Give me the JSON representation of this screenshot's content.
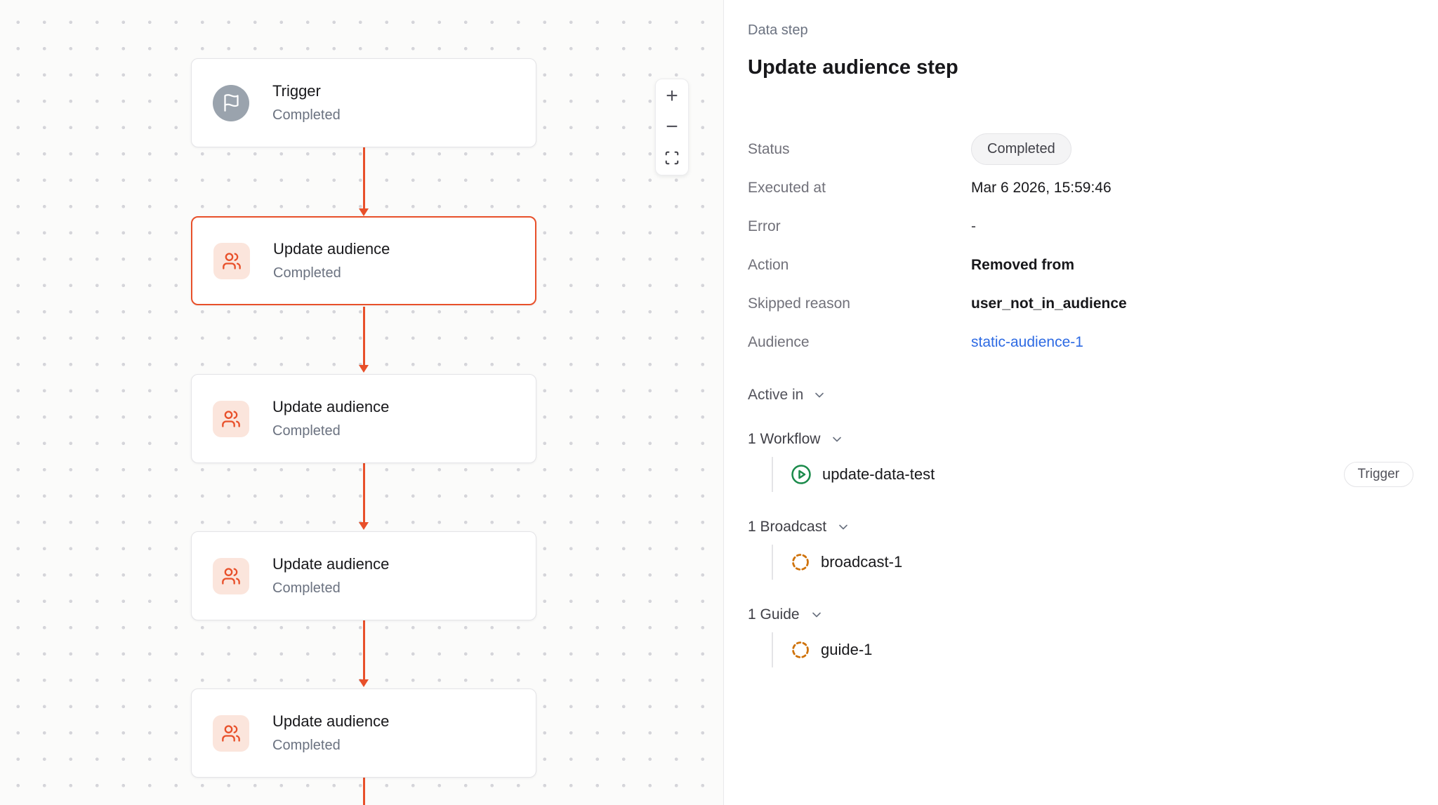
{
  "colors": {
    "accent_orange": "#e8502a",
    "node_icon_bg": "#fbe5dc",
    "trigger_icon_bg": "#9aa3ad",
    "link_blue": "#2d6ae3",
    "workflow_green": "#1a8a4a",
    "dashed_amber": "#cf7209",
    "canvas_bg": "#fbfbfa",
    "badge_bg": "#f4f4f5"
  },
  "canvas": {
    "nodes": [
      {
        "title": "Trigger",
        "subtitle": "Completed",
        "icon": "flag",
        "selected": false
      },
      {
        "title": "Update audience",
        "subtitle": "Completed",
        "icon": "users",
        "selected": true
      },
      {
        "title": "Update audience",
        "subtitle": "Completed",
        "icon": "users",
        "selected": false
      },
      {
        "title": "Update audience",
        "subtitle": "Completed",
        "icon": "users",
        "selected": false
      },
      {
        "title": "Update audience",
        "subtitle": "Completed",
        "icon": "users",
        "selected": false
      }
    ],
    "zoom_controls": {
      "zoom_in": "+",
      "zoom_out": "−",
      "fit": "fit-view"
    }
  },
  "panel": {
    "eyebrow": "Data step",
    "title": "Update audience step",
    "details": [
      {
        "label": "Status",
        "value": "Completed",
        "type": "badge"
      },
      {
        "label": "Executed at",
        "value": "Mar 6 2026, 15:59:46"
      },
      {
        "label": "Error",
        "value": "-"
      },
      {
        "label": "Action",
        "value": "Removed from",
        "emphasis": true
      },
      {
        "label": "Skipped reason",
        "value": "user_not_in_audience",
        "emphasis": true
      },
      {
        "label": "Audience",
        "value": "static-audience-1",
        "type": "link"
      }
    ],
    "active_in": {
      "label": "Active in",
      "groups": [
        {
          "label": "1 Workflow",
          "items": [
            {
              "name": "update-data-test",
              "icon": "play-circle",
              "badge": "Trigger"
            }
          ]
        },
        {
          "label": "1 Broadcast",
          "items": [
            {
              "name": "broadcast-1",
              "icon": "dashed-circle"
            }
          ]
        },
        {
          "label": "1 Guide",
          "items": [
            {
              "name": "guide-1",
              "icon": "dashed-circle"
            }
          ]
        }
      ]
    }
  }
}
